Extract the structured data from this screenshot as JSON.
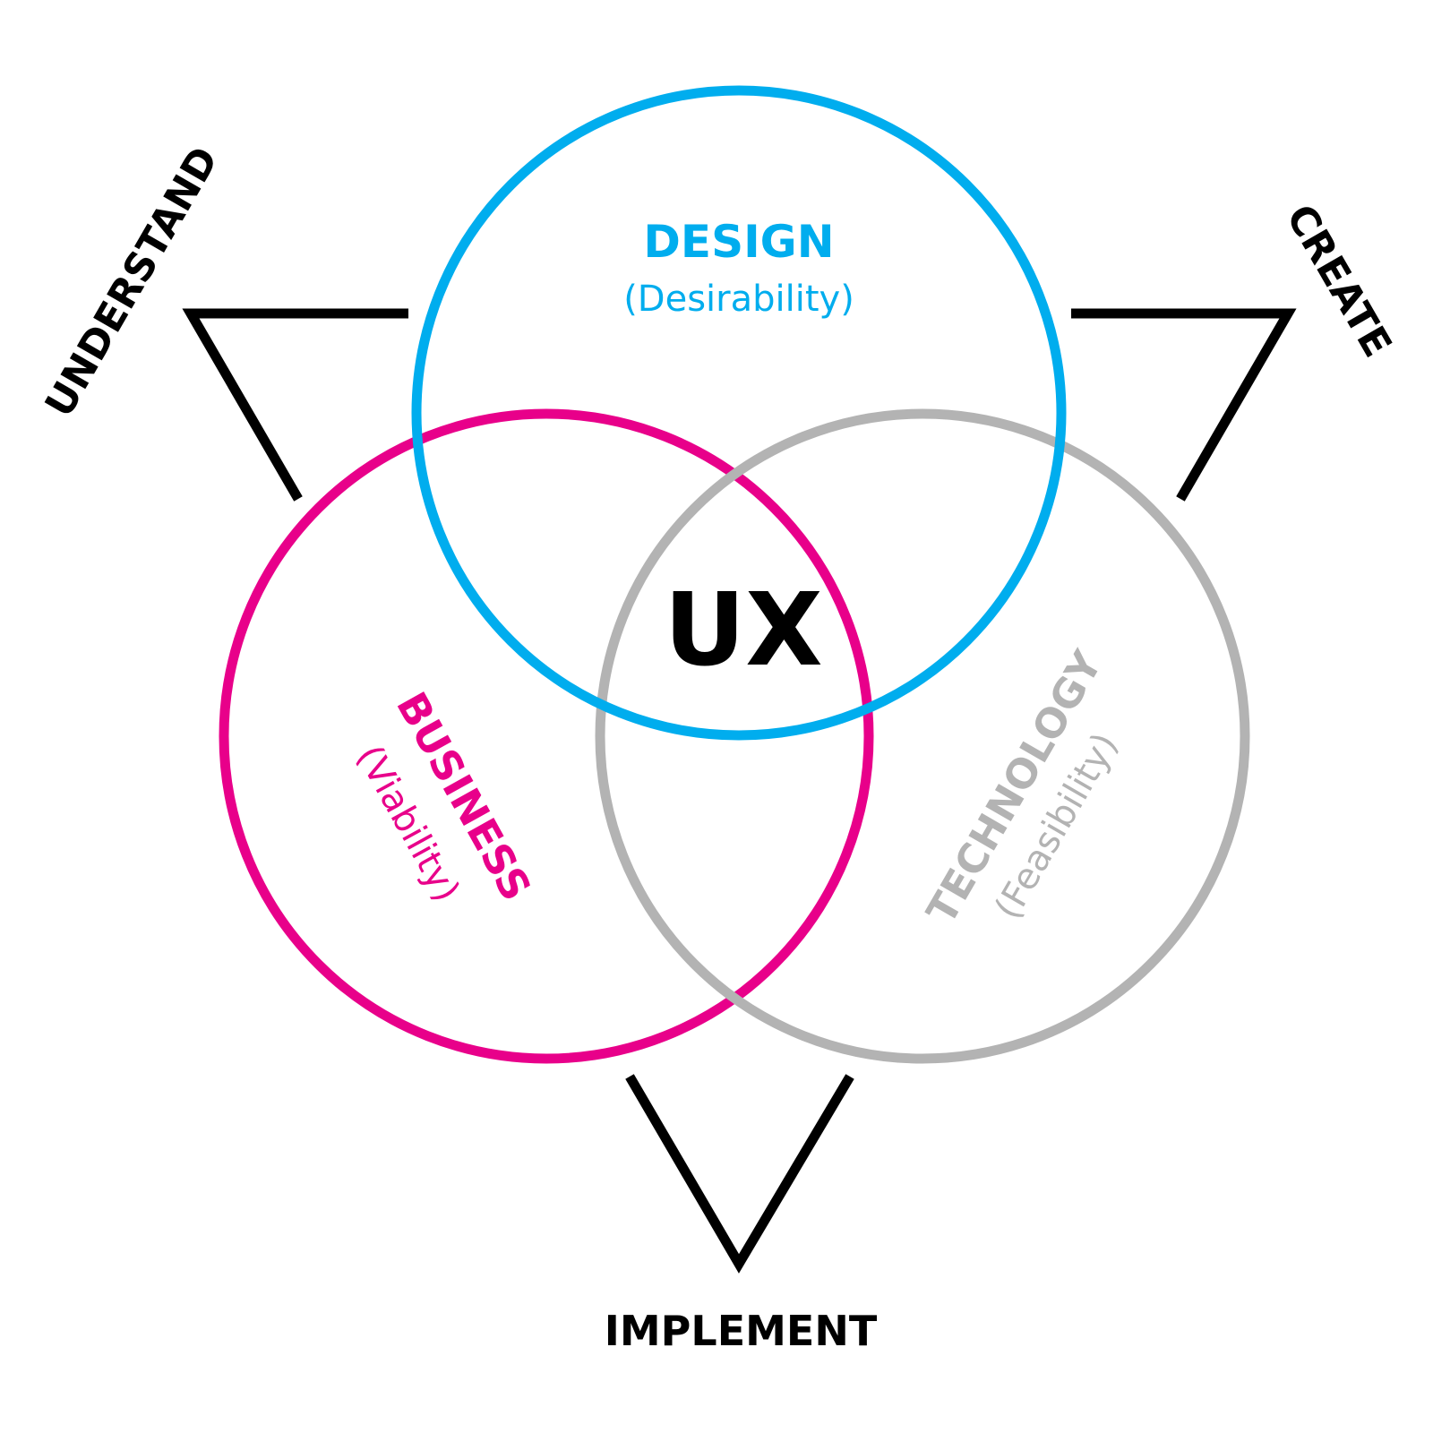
{
  "colors": {
    "design": "#00adee",
    "business": "#e8008a",
    "technology": "#b3b3b3",
    "ux": "#000000",
    "stages": "#000000",
    "background": "#ffffff"
  },
  "center": {
    "label": "UX"
  },
  "circles": {
    "design": {
      "title": "DESIGN",
      "subtitle": "(Desirability)"
    },
    "business": {
      "title": "BUSINESS",
      "subtitle": "(Viability)"
    },
    "technology": {
      "title": "TECHNOLOGY",
      "subtitle": "(Feasibility)"
    }
  },
  "stages": {
    "understand": "UNDERSTAND",
    "create": "CREATE",
    "implement": "IMPLEMENT"
  }
}
